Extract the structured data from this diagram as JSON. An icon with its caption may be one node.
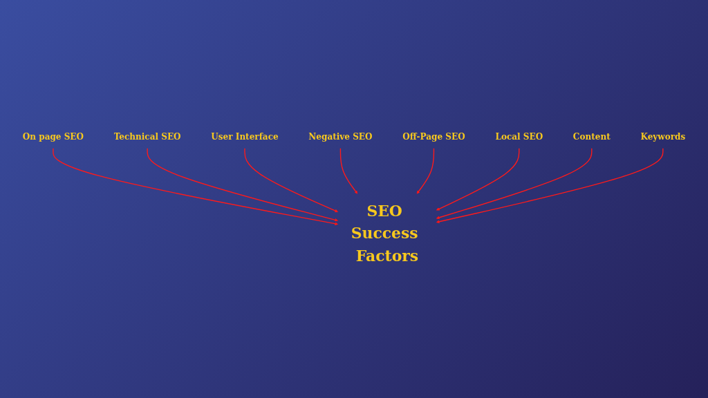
{
  "diagram": {
    "nodes": [
      {
        "text": [
          "On page SEO"
        ]
      },
      {
        "text": [
          "Technical SEO"
        ]
      },
      {
        "text": [
          "User Interface"
        ]
      },
      {
        "text": [
          "Negative SEO"
        ]
      },
      {
        "text": [
          "SEO Success Factors"
        ]
      },
      {
        "text": [
          "Off-Page SEO"
        ]
      },
      {
        "text": [
          "Local SEO"
        ]
      },
      {
        "text": [
          "Content"
        ]
      },
      {
        "text": [
          "Keywords"
        ]
      }
    ],
    "edges": [
      {
        "from": 0,
        "to": 4,
        "arrow": "to"
      },
      {
        "from": 1,
        "to": 4,
        "arrow": "to"
      },
      {
        "from": 2,
        "to": 4,
        "arrow": "to"
      },
      {
        "from": 3,
        "to": 4,
        "arrow": "to"
      },
      {
        "from": 5,
        "to": 4,
        "arrow": "to"
      },
      {
        "from": 6,
        "to": 4,
        "arrow": "to"
      },
      {
        "from": 7,
        "to": 4,
        "arrow": "to"
      },
      {
        "from": 8,
        "to": 4,
        "arrow": "to"
      }
    ]
  }
}
